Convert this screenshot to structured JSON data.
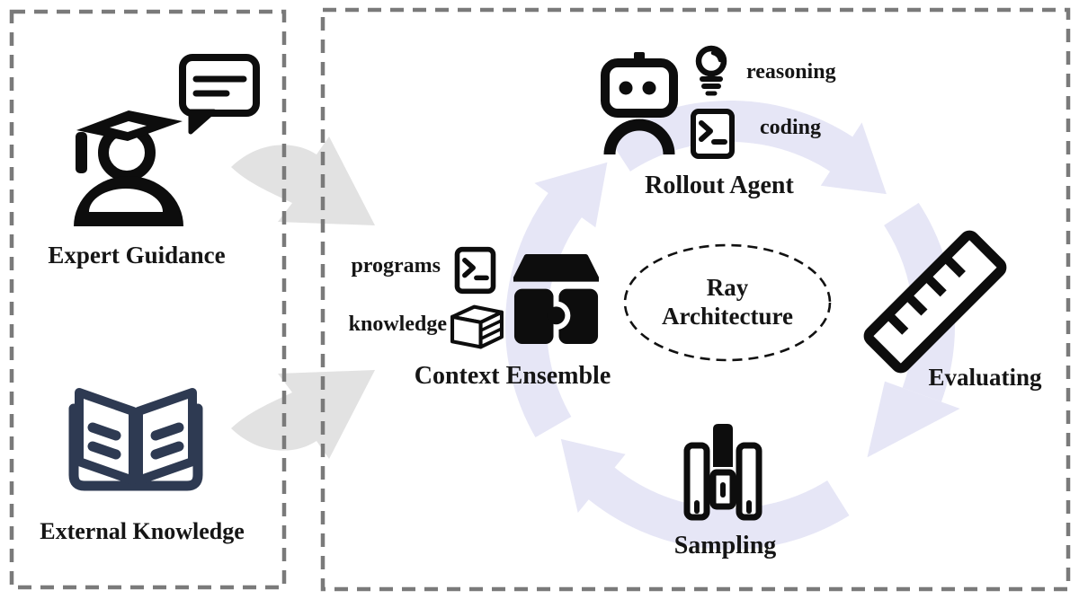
{
  "left_panel": {
    "expert_label": "Expert Guidance",
    "external_label": "External Knowledge"
  },
  "cycle": {
    "rollout_label": "Rollout Agent",
    "reasoning_label": "reasoning",
    "coding_label": "coding",
    "programs_label": "programs",
    "knowledge_label": "knowledge",
    "context_label": "Context Ensemble",
    "center_line1": "Ray",
    "center_line2": "Architecture",
    "evaluating_label": "Evaluating",
    "sampling_label": "Sampling"
  },
  "colors": {
    "icon_black": "#0d0d0d",
    "book_navy": "#2e3a52",
    "cycle_lavender": "#e6e6f6",
    "transfer_gray": "#e2e2e2",
    "border_gray": "#7a7a7a",
    "text_black": "#151515"
  }
}
